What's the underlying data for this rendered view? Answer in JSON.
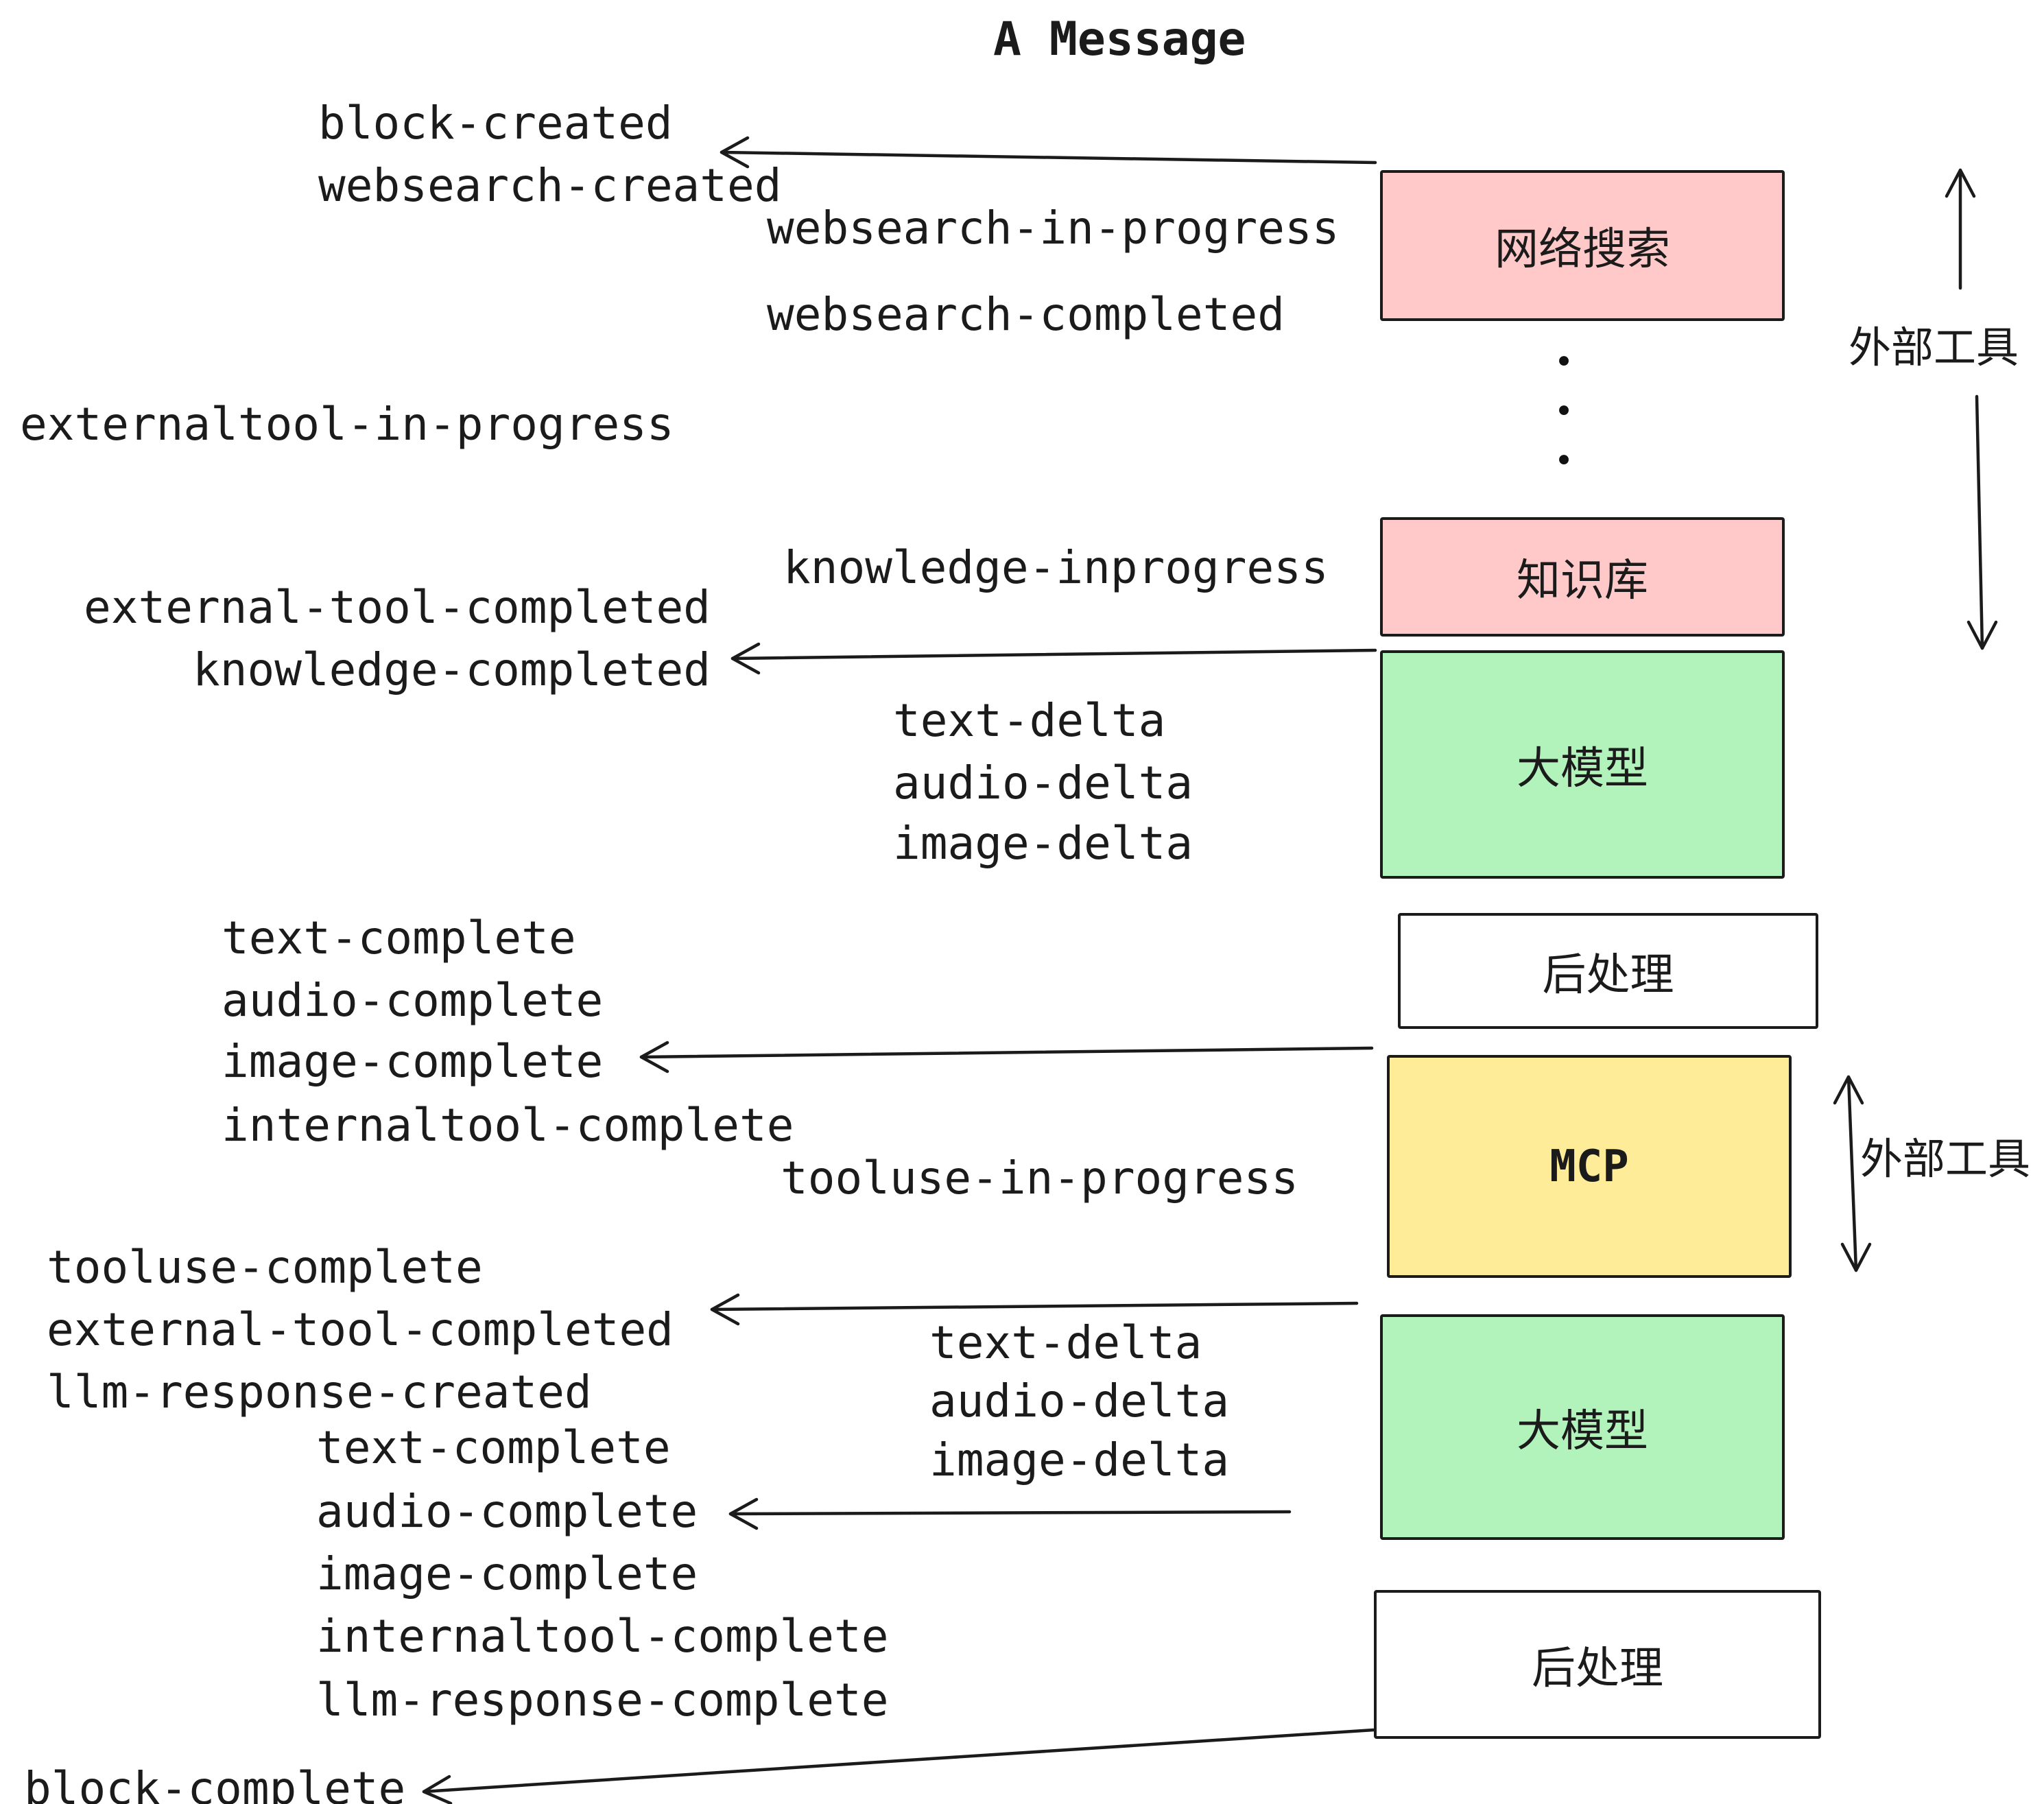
{
  "title": "A Message",
  "labels": {
    "block_created": "block-created",
    "websearch_created": "websearch-created",
    "websearch_in_progress": "websearch-in-progress",
    "websearch_completed": "websearch-completed",
    "externaltool_in_progress": "externaltool-in-progress",
    "knowledge_inprogress": "knowledge-inprogress",
    "external_tool_completed": "external-tool-completed",
    "knowledge_completed": "knowledge-completed",
    "text_delta": "text-delta",
    "audio_delta": "audio-delta",
    "image_delta": "image-delta",
    "text_complete": "text-complete",
    "audio_complete": "audio-complete",
    "image_complete": "image-complete",
    "internaltool_complete": "internaltool-complete",
    "tooluse_in_progress": "tooluse-in-progress",
    "tooluse_complete": "tooluse-complete",
    "llm_response_created": "llm-response-created",
    "llm_response_complete": "llm-response-complete",
    "block_complete": "block-complete"
  },
  "boxes": {
    "websearch": {
      "label": "网络搜索",
      "fill": "#ffc9c9"
    },
    "knowledge": {
      "label": "知识库",
      "fill": "#ffc9c9"
    },
    "llm_top": {
      "label": "大模型",
      "fill": "#b2f2bb"
    },
    "post_top": {
      "label": "后处理",
      "fill": "#ffffff"
    },
    "mcp": {
      "label": "MCP",
      "fill": "#ffec99"
    },
    "llm_bottom": {
      "label": "大模型",
      "fill": "#b2f2bb"
    },
    "post_bottom": {
      "label": "后处理",
      "fill": "#ffffff"
    }
  },
  "annotations": {
    "external_tool_top": "外部工具",
    "external_tool_mcp": "外部工具",
    "dot": "•"
  },
  "colors": {
    "stroke": "#1b1b1b",
    "pink": "#ffc9c9",
    "green": "#b2f2bb",
    "yellow": "#ffec99",
    "white": "#ffffff"
  }
}
